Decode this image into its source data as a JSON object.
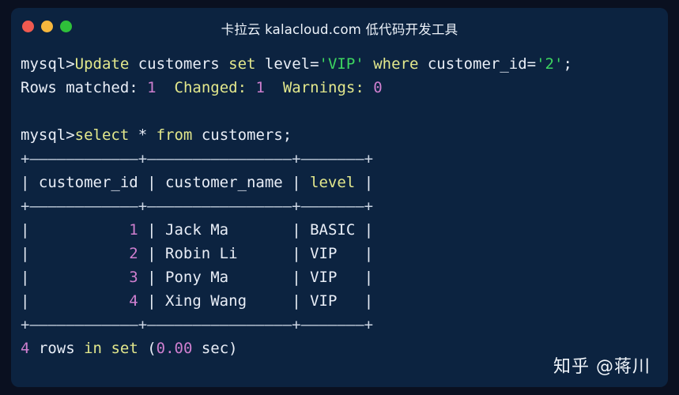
{
  "window": {
    "title": "卡拉云 kalacloud.com 低代码开发工具",
    "buttons": [
      {
        "name": "close",
        "label": "",
        "color": "#f05a50"
      },
      {
        "name": "minimize",
        "label": "",
        "color": "#f7b73d"
      },
      {
        "name": "maximize",
        "label": "",
        "color": "#2fc03a"
      }
    ],
    "background": "#0c2340",
    "page_background": "#0a1020"
  },
  "colors": {
    "text": "#e9eef7",
    "keyword": "#e3e88c",
    "string": "#3dd660",
    "number": "#cf7fcf",
    "rule": "#ccd6e4"
  },
  "terminal": {
    "lines": [
      {
        "id": "update-command",
        "tokens": [
          {
            "t": "mysql>",
            "c": "plain"
          },
          {
            "t": "Update",
            "c": "kw"
          },
          {
            "t": " customers ",
            "c": "plain"
          },
          {
            "t": "set",
            "c": "kw"
          },
          {
            "t": " level=",
            "c": "plain"
          },
          {
            "t": "'VIP'",
            "c": "str"
          },
          {
            "t": " ",
            "c": "plain"
          },
          {
            "t": "where",
            "c": "kw"
          },
          {
            "t": " customer_id=",
            "c": "plain"
          },
          {
            "t": "'2'",
            "c": "str"
          },
          {
            "t": ";",
            "c": "plain"
          }
        ]
      },
      {
        "id": "update-result",
        "tokens": [
          {
            "t": "Rows matched: ",
            "c": "plain"
          },
          {
            "t": "1",
            "c": "num"
          },
          {
            "t": "  ",
            "c": "plain"
          },
          {
            "t": "Changed:",
            "c": "kw"
          },
          {
            "t": " ",
            "c": "plain"
          },
          {
            "t": "1",
            "c": "num"
          },
          {
            "t": "  ",
            "c": "plain"
          },
          {
            "t": "Warnings:",
            "c": "kw"
          },
          {
            "t": " ",
            "c": "plain"
          },
          {
            "t": "0",
            "c": "num"
          }
        ]
      },
      {
        "id": "blank-1",
        "tokens": []
      },
      {
        "id": "select-command",
        "tokens": [
          {
            "t": "mysql>",
            "c": "plain"
          },
          {
            "t": "select",
            "c": "kw"
          },
          {
            "t": " * ",
            "c": "plain"
          },
          {
            "t": "from",
            "c": "kw"
          },
          {
            "t": " customers;",
            "c": "plain"
          }
        ]
      },
      {
        "id": "rule-top",
        "tokens": [
          {
            "t": "+————————————+————————————————+———————+",
            "c": "rule"
          }
        ]
      },
      {
        "id": "header-row",
        "tokens": [
          {
            "t": "| customer_id | customer_name | ",
            "c": "plain"
          },
          {
            "t": "level",
            "c": "kw"
          },
          {
            "t": " |",
            "c": "plain"
          }
        ]
      },
      {
        "id": "rule-mid",
        "tokens": [
          {
            "t": "+————————————+————————————————+———————+",
            "c": "rule"
          }
        ]
      },
      {
        "id": "data-row-1",
        "tokens": [
          {
            "t": "|           ",
            "c": "plain"
          },
          {
            "t": "1",
            "c": "num"
          },
          {
            "t": " | Jack Ma       | BASIC |",
            "c": "plain"
          }
        ]
      },
      {
        "id": "data-row-2",
        "tokens": [
          {
            "t": "|           ",
            "c": "plain"
          },
          {
            "t": "2",
            "c": "num"
          },
          {
            "t": " | Robin Li      | VIP   |",
            "c": "plain"
          }
        ]
      },
      {
        "id": "data-row-3",
        "tokens": [
          {
            "t": "|           ",
            "c": "plain"
          },
          {
            "t": "3",
            "c": "num"
          },
          {
            "t": " | Pony Ma       | VIP   |",
            "c": "plain"
          }
        ]
      },
      {
        "id": "data-row-4",
        "tokens": [
          {
            "t": "|           ",
            "c": "plain"
          },
          {
            "t": "4",
            "c": "num"
          },
          {
            "t": " | Xing Wang     | VIP   |",
            "c": "plain"
          }
        ]
      },
      {
        "id": "rule-bottom",
        "tokens": [
          {
            "t": "+————————————+————————————————+———————+",
            "c": "rule"
          }
        ]
      },
      {
        "id": "select-result",
        "tokens": [
          {
            "t": "4",
            "c": "num"
          },
          {
            "t": " rows ",
            "c": "plain"
          },
          {
            "t": "in",
            "c": "kw"
          },
          {
            "t": " ",
            "c": "plain"
          },
          {
            "t": "set",
            "c": "kw"
          },
          {
            "t": " (",
            "c": "plain"
          },
          {
            "t": "0.00",
            "c": "num"
          },
          {
            "t": " sec)",
            "c": "plain"
          }
        ]
      }
    ],
    "table": {
      "columns": [
        "customer_id",
        "customer_name",
        "level"
      ],
      "rows": [
        [
          "1",
          "Jack Ma",
          "BASIC"
        ],
        [
          "2",
          "Robin Li",
          "VIP"
        ],
        [
          "3",
          "Pony Ma",
          "VIP"
        ],
        [
          "4",
          "Xing Wang",
          "VIP"
        ]
      ],
      "row_count_text": "4 rows in set (0.00 sec)"
    }
  },
  "watermark": {
    "text": "知乎 @蒋川"
  }
}
